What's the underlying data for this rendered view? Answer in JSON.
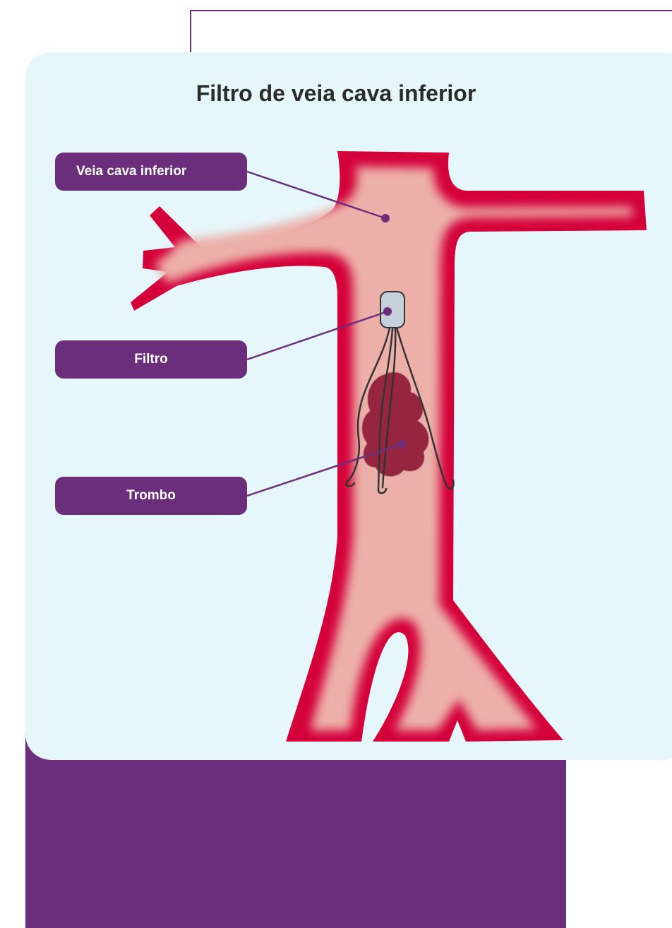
{
  "title": "Filtro de veia cava inferior",
  "labels": {
    "vena_cava": "Veia cava inferior",
    "filter": "Filtro",
    "thrombus": "Trombo"
  },
  "colors": {
    "purple": "#6b2e7a",
    "panel_bg": "#e6f7fc",
    "vessel_wall": "#d4003a",
    "vessel_lumen": "#ecb0a8",
    "thrombus": "#962640",
    "filter_cap": "#c6d0da",
    "wire": "#333333"
  }
}
